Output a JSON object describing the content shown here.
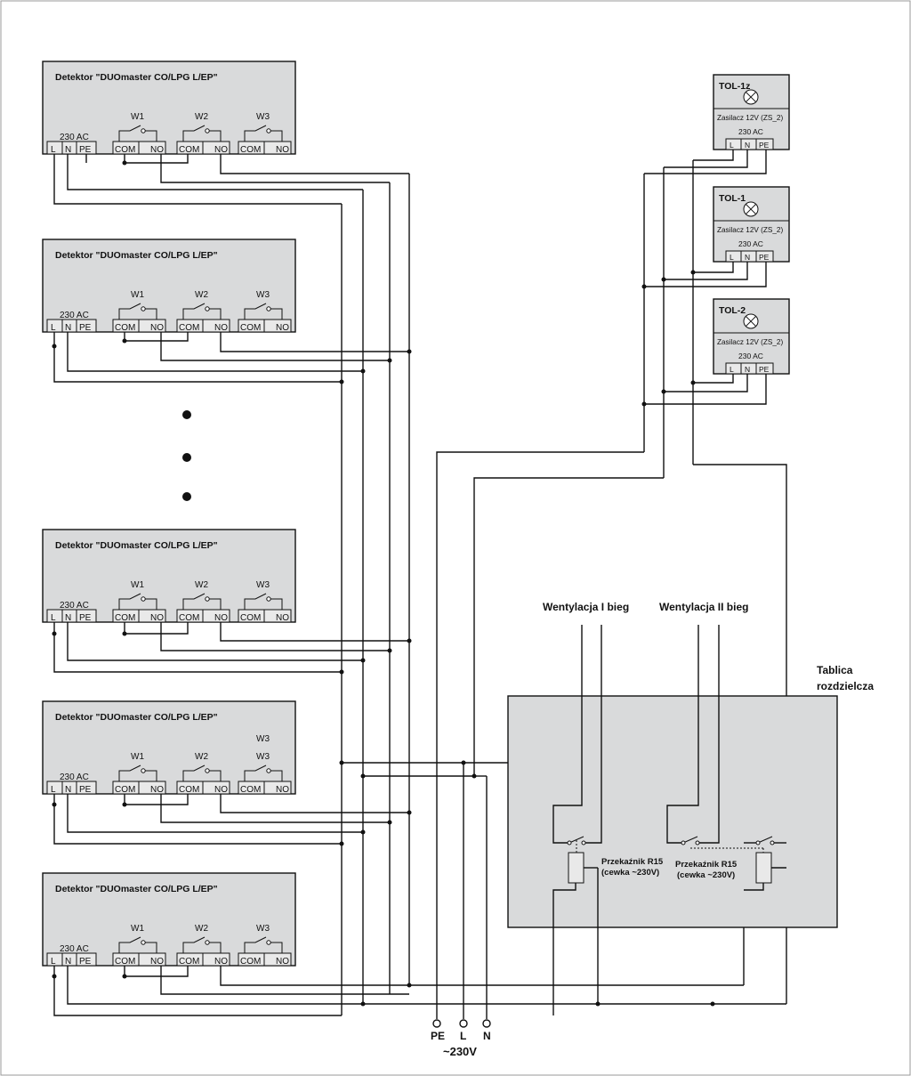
{
  "detector": {
    "title": "Detektor \"DUOmaster CO/LPG L/EP\"",
    "supply": "230 AC",
    "terminal_L": "L",
    "terminal_N": "N",
    "terminal_PE": "PE",
    "w1": "W1",
    "w2": "W2",
    "w3": "W3",
    "com": "COM",
    "no": "NO"
  },
  "tol": {
    "names": [
      "TOL-1z",
      "TOL-1",
      "TOL-2"
    ],
    "psu": "Zasilacz 12V (ZS_2)",
    "supply": "230 AC",
    "L": "L",
    "N": "N",
    "PE": "PE"
  },
  "vent1": "Wentylacja I bieg",
  "vent2": "Wentylacja II bieg",
  "board_line1": "Tablica",
  "board_line2": "rozdzielcza",
  "relay_line1": "Przekaźnik R15",
  "relay_line2": "(cewka ~230V)",
  "mains": {
    "PE": "PE",
    "L": "L",
    "N": "N",
    "voltage": "~230V"
  }
}
